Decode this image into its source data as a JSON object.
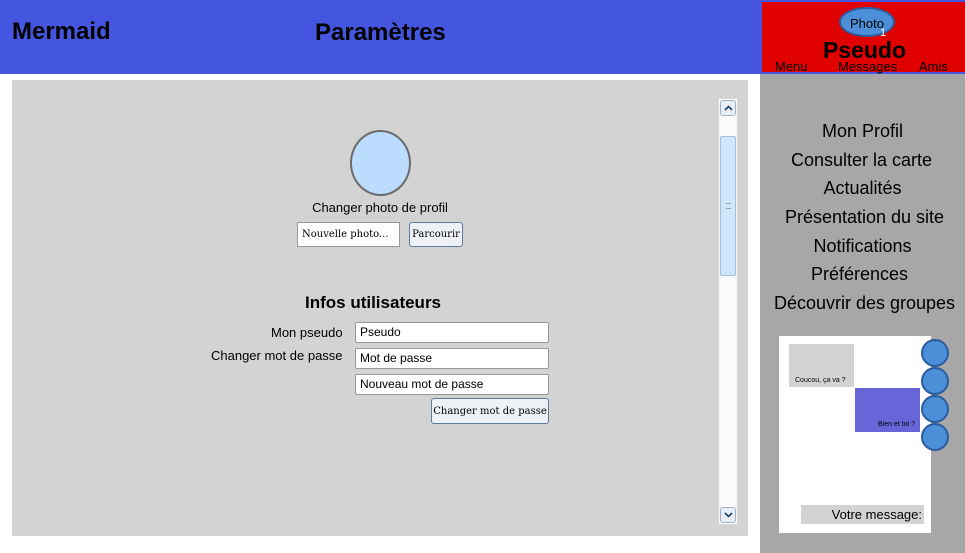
{
  "header": {
    "app_title": "Mermaid",
    "page_title": "Paramètres",
    "background_color": "#4455e0"
  },
  "profile": {
    "photo_label": "Photo",
    "notification_count": "1",
    "pseudo": "Pseudo",
    "nav": [
      "Menu",
      "Messages",
      "Amis"
    ],
    "background_color": "#e10000"
  },
  "photo_section": {
    "change_label": "Changer photo de profil",
    "input_value": "Nouvelle photo...",
    "browse_label": "Parcourir"
  },
  "user_info": {
    "title": "Infos utilisateurs",
    "pseudo_label": "Mon pseudo",
    "pseudo_value": "Pseudo",
    "password_label": "Changer mot de passe",
    "password_value": "Mot de passe",
    "new_password_value": "Nouveau mot de passe",
    "change_password_button": "Changer mot de passe"
  },
  "sidebar": {
    "items": [
      {
        "label": "Mon Profil"
      },
      {
        "label": "Consulter la carte"
      },
      {
        "label": "Actualités"
      },
      {
        "label": "Présentation du site"
      },
      {
        "label": "Notifications"
      },
      {
        "label": "Préférences"
      },
      {
        "label": "Découvrir des groupes"
      }
    ],
    "background_color": "#a7a7a7"
  },
  "chat": {
    "messages": [
      {
        "text": "Coucou, ça va ?"
      },
      {
        "text": "Bien et toi ?"
      }
    ],
    "input_label": "Votre message:",
    "contacts_icon": "avatar-circle-icon"
  },
  "scrollbar": {
    "up_icon": "chevron-up-icon",
    "down_icon": "chevron-down-icon"
  }
}
